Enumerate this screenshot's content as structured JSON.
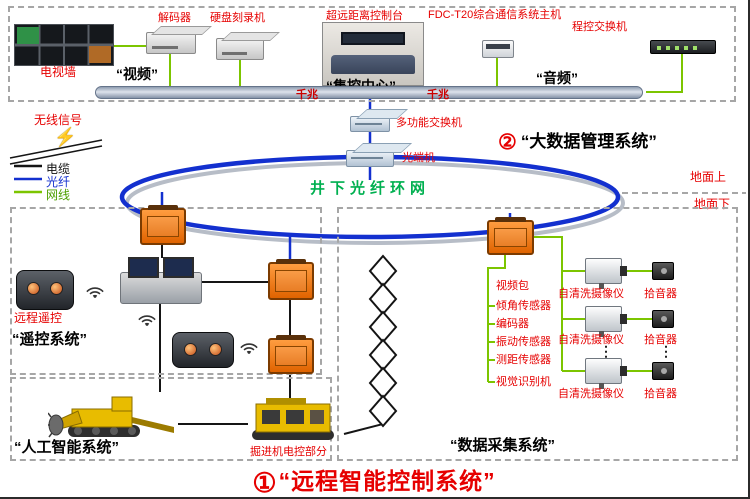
{
  "top_box": {
    "tv_wall_label": "电视墙",
    "decoder_label": "解码器",
    "recorder_label": "硬盘刻录机",
    "video_label": "“视频”",
    "console_label": "超远距离控制台",
    "center_label": "“集控中心”",
    "comm_host_label": "FDC-T20综合通信系统主机",
    "pbx_label": "程控交换机",
    "audio_label": "“音频”",
    "gigabit_left": "千兆",
    "gigabit_right": "千兆"
  },
  "legend": {
    "wireless": "无线信号",
    "cable": "电缆",
    "fiber": "光纤",
    "network": "网线"
  },
  "backbone": {
    "switch_label": "多功能交换机",
    "terminal_label": "光端机"
  },
  "big_data": {
    "number": "②",
    "label": "“大数据管理系统”"
  },
  "ring": {
    "label": "井下光纤环网"
  },
  "ground": {
    "above": "地面上",
    "below": "地面下"
  },
  "remote_box": {
    "remote_label": "远程遥控",
    "system_label": "“遥控系统”"
  },
  "ai_box": {
    "system_label": "“人工智能系统”",
    "controller_label": "掘进机电控部分"
  },
  "daq_box": {
    "video_pack_label": "视频包",
    "sensors": [
      "倾角传感器",
      "编码器",
      "振动传感器",
      "测距传感器",
      "视觉识别机"
    ],
    "cameras": [
      {
        "camera": "自清洗摄像仪",
        "pickup": "拾音器"
      },
      {
        "camera": "自清洗摄像仪",
        "pickup": "拾音器"
      },
      {
        "camera": "自清洗摄像仪",
        "pickup": "拾音器"
      }
    ],
    "ellipsis": "⋮",
    "system_label": "“数据采集系统”"
  },
  "footer": {
    "number": "①",
    "title": "“远程智能控制系统”"
  },
  "colors": {
    "red_label": "#e60000",
    "fiber_blue": "#1330cf",
    "network_green": "#7cc500",
    "cable_black": "#151515",
    "ring_text_green": "#00b050",
    "orange_box": "#f07818"
  }
}
